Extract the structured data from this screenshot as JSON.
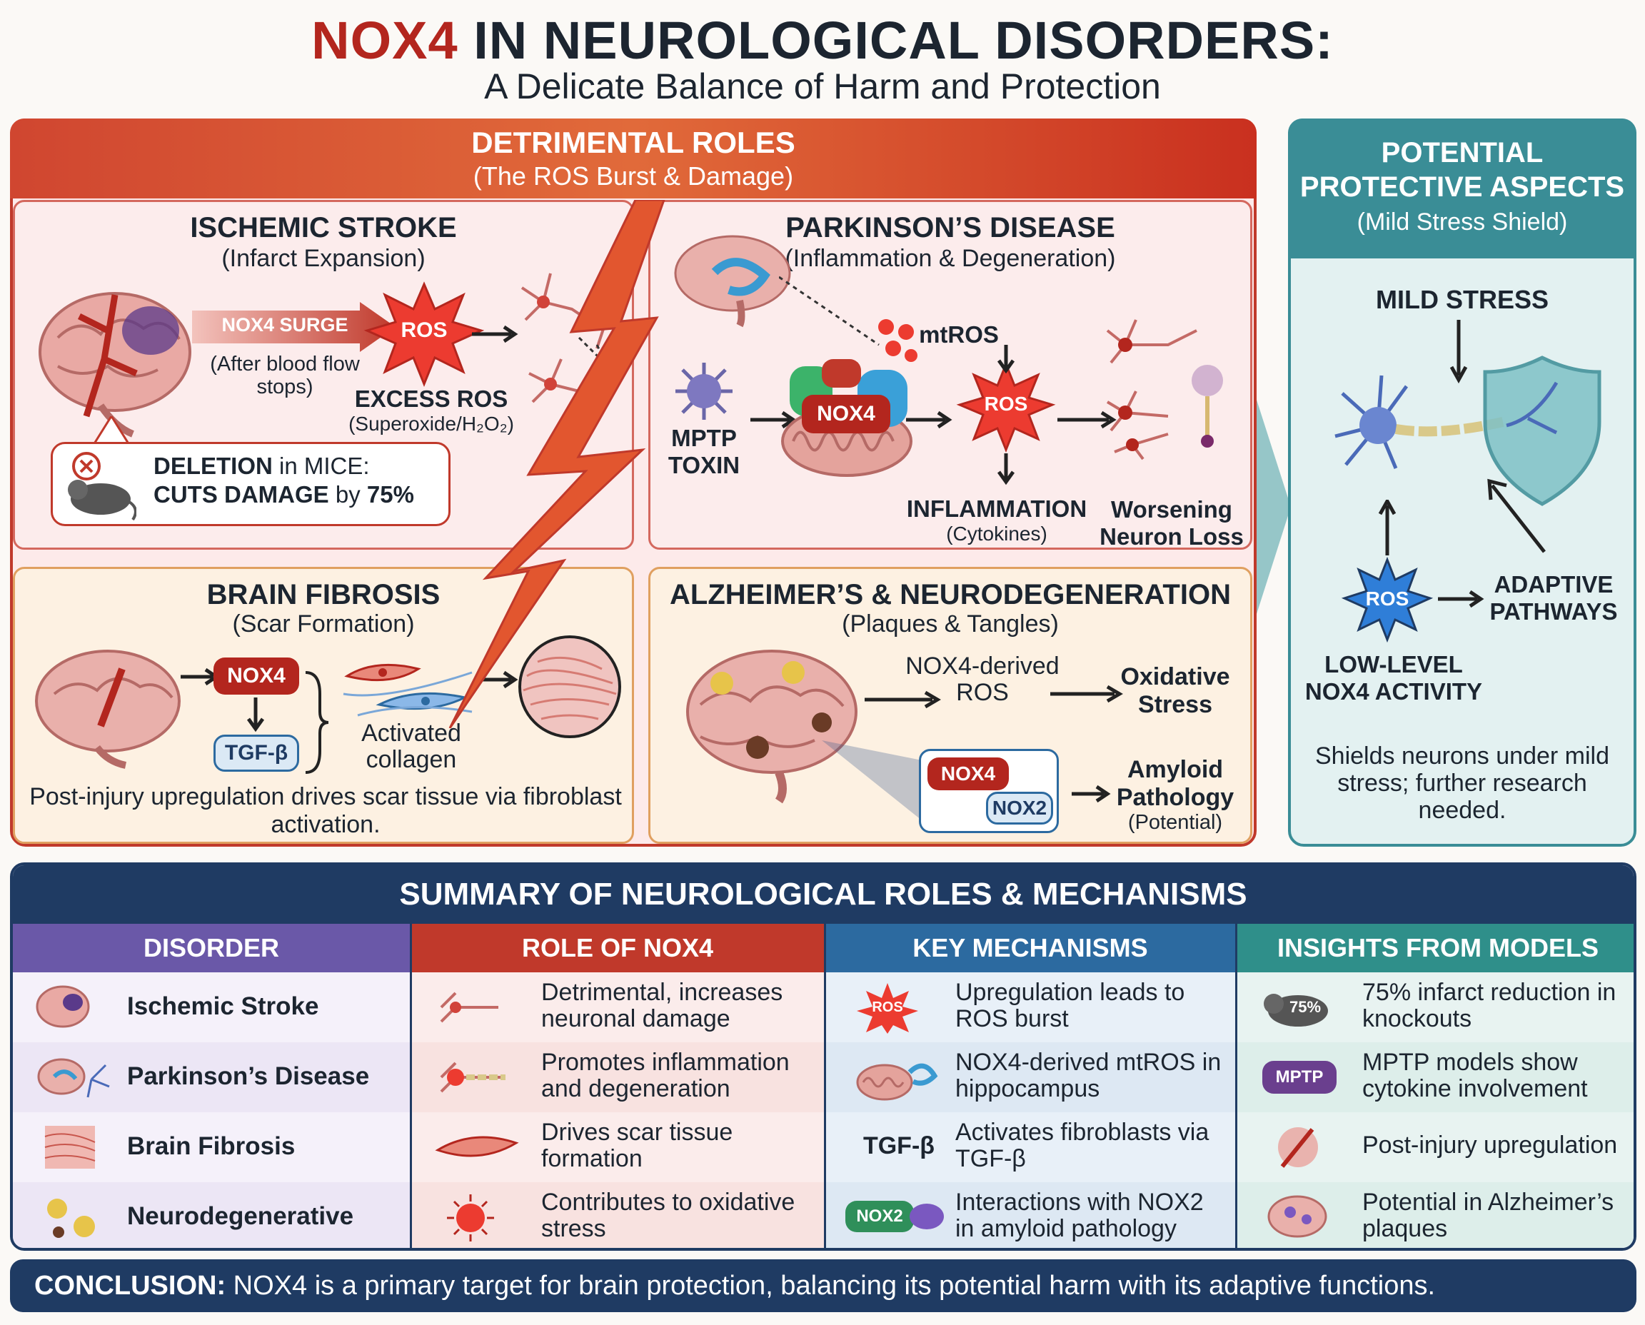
{
  "header": {
    "title_accent": "NOX4",
    "title_rest": " IN NEUROLOGICAL DISORDERS:",
    "subtitle": "A Delicate Balance of Harm and Protection"
  },
  "detrimental": {
    "heading": "DETRIMENTAL ROLES",
    "subheading": "(The ROS Burst & Damage)",
    "stroke": {
      "title": "ISCHEMIC STROKE",
      "subtitle": "(Infarct Expansion)",
      "surge_label": "NOX4 SURGE",
      "surge_note": "(After blood flow stops)",
      "ros_label": "ROS",
      "excess": "EXCESS ROS",
      "excess_note": "(Superoxide/H₂O₂)",
      "deletion_bold": "DELETION",
      "deletion_rest": " in MICE:",
      "cuts_bold": "CUTS DAMAGE",
      "cuts_mid": " by ",
      "cuts_pct": "75%"
    },
    "parkinsons": {
      "title": "PARKINSON’S DISEASE",
      "subtitle": "(Inflammation & Degeneration)",
      "mtros": "mtROS",
      "toxin": "MPTP TOXIN",
      "nox4": "NOX4",
      "ros": "ROS",
      "inflammation": "INFLAMMATION",
      "cytokines": "(Cytokines)",
      "worsening": "Worsening Neuron Loss"
    },
    "fibrosis": {
      "title": "BRAIN FIBROSIS",
      "subtitle": "(Scar Formation)",
      "nox4": "NOX4",
      "tgf": "TGF-β",
      "activated": "Activated collagen",
      "note": "Post-injury upregulation drives scar tissue via fibroblast activation."
    },
    "alzheimers": {
      "title": "ALZHEIMER’S & NEURODEGENERATION",
      "subtitle": "(Plaques & Tangles)",
      "derived": "NOX4-derived ROS",
      "oxidative": "Oxidative Stress",
      "nox4": "NOX4",
      "nox2": "NOX2",
      "amyloid": "Amyloid Pathology",
      "potential": "(Potential)"
    }
  },
  "protective": {
    "heading": "POTENTIAL PROTECTIVE ASPECTS",
    "subheading": "(Mild Stress Shield)",
    "mild": "MILD STRESS",
    "ros": "ROS",
    "adaptive": "ADAPTIVE PATHWAYS",
    "lowlevel": "LOW-LEVEL NOX4 ACTIVITY",
    "note": "Shields neurons under mild stress; further research needed."
  },
  "summary": {
    "heading": "SUMMARY OF NEUROLOGICAL ROLES & MECHANISMS",
    "columns": [
      "DISORDER",
      "ROLE OF NOX4",
      "KEY MECHANISMS",
      "INSIGHTS FROM MODELS"
    ],
    "column_colors": [
      "#6a58a8",
      "#c0392b",
      "#2c6aa0",
      "#2f8f8a"
    ],
    "rows": [
      {
        "disorder": "Ischemic Stroke",
        "role": "Detrimental, increases neuronal damage",
        "mech_tag": "ROS",
        "mech": "Upregulation leads to ROS burst",
        "insight_tag": "75%",
        "insight": "75% infarct reduction in knockouts"
      },
      {
        "disorder": "Parkinson’s Disease",
        "role": "Promotes inflammation and degeneration",
        "mech_tag": "",
        "mech": "NOX4-derived mtROS in hippocampus",
        "insight_tag": "MPTP",
        "insight": "MPTP models show cytokine involvement"
      },
      {
        "disorder": "Brain Fibrosis",
        "role": "Drives scar tissue formation",
        "mech_tag": "TGF-β",
        "mech": "Activates fibroblasts via TGF-β",
        "insight_tag": "",
        "insight": "Post-injury upregulation"
      },
      {
        "disorder": "Neurodegenerative",
        "role": "Contributes to oxidative stress",
        "mech_tag": "NOX2",
        "mech": "Interactions with NOX2 in amyloid pathology",
        "insight_tag": "",
        "insight": "Potential in Alzheimer’s plaques"
      }
    ]
  },
  "conclusion": {
    "bold": "CONCLUSION:",
    "text": " NOX4 is a primary target for brain protection, balancing its potential harm with its adaptive functions."
  },
  "colors": {
    "accent_red": "#b3261e",
    "navy": "#1f3b63",
    "teal": "#3a8d96",
    "ros_red": "#e8342a",
    "ros_blue": "#2f7ed8"
  }
}
